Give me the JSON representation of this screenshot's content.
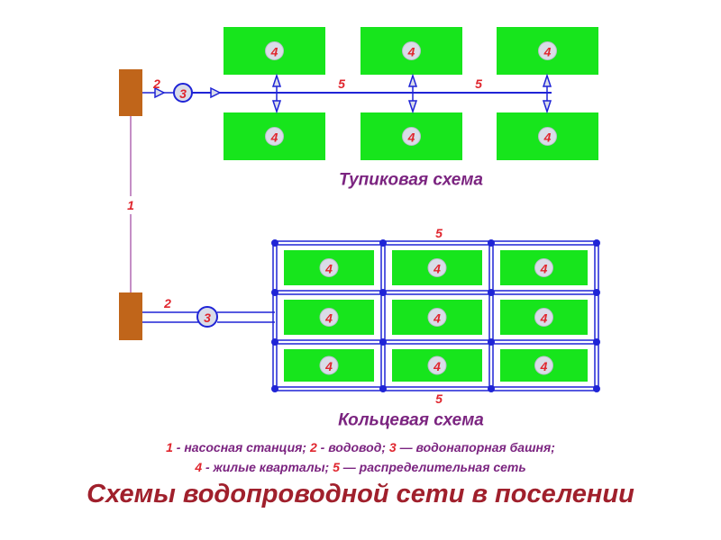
{
  "colors": {
    "block_green": "#17e51c",
    "pipe_blue": "#1f24d6",
    "station_brown": "#c0651a",
    "label_red": "#e0262e",
    "title_purple": "#7b2480",
    "main_title": "#a0202c",
    "station_link": "#b26ab4"
  },
  "dead_end": {
    "title": "Тупиковая схема",
    "block_label": "4",
    "pipe_label": "2",
    "tower_label": "3",
    "distribution_labels": [
      "5",
      "5"
    ]
  },
  "ring": {
    "title": "Кольцевая схема",
    "block_label": "4",
    "pipe_label": "2",
    "tower_label": "3",
    "distribution_labels": [
      "5",
      "5"
    ]
  },
  "station_link_label": "1",
  "legend": {
    "line1": [
      {
        "num": "1",
        "text": " - насосная станция; "
      },
      {
        "num": "2",
        "text": " - водовод; "
      },
      {
        "num": "3",
        "text": " — водонапорная башня;"
      }
    ],
    "line2": [
      {
        "num": "4",
        "text": " - жилые кварталы; "
      },
      {
        "num": "5",
        "text": " — распределительная сеть"
      }
    ]
  },
  "main_title": "Схемы водопроводной сети в поселении"
}
